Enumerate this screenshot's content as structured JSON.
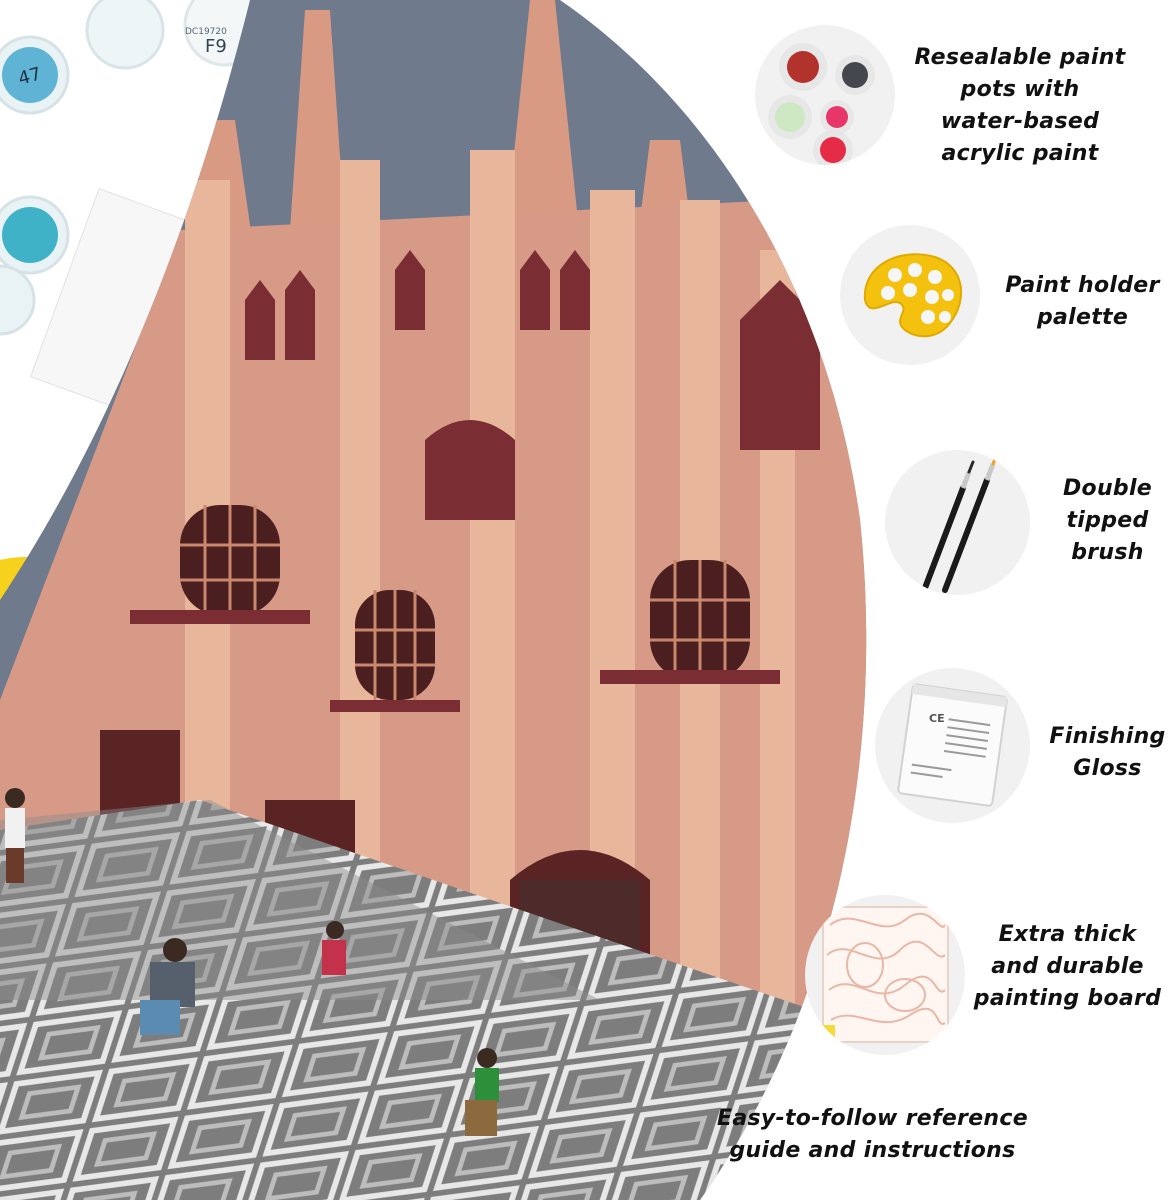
{
  "features": [
    {
      "lines": [
        "Resealable paint",
        "pots with",
        "water-based",
        "acrylic paint"
      ],
      "icon": "paint-pots-icon"
    },
    {
      "lines": [
        "Paint holder",
        "palette"
      ],
      "icon": "palette-icon"
    },
    {
      "lines": [
        "Double",
        "tipped",
        "brush"
      ],
      "icon": "brush-icon"
    },
    {
      "lines": [
        "Finishing",
        "Gloss"
      ],
      "icon": "gloss-sachet-icon"
    },
    {
      "lines": [
        "Extra thick",
        "and durable",
        "painting board"
      ],
      "icon": "painting-board-icon"
    },
    {
      "lines": [
        "Easy-to-follow reference",
        "guide and instructions"
      ],
      "icon": ""
    }
  ],
  "pot_labels": [
    "47",
    "F9",
    "DC19720"
  ],
  "sachet_text": {
    "ce": "CE"
  },
  "colors": {
    "sky": "#6f7a8c",
    "facade": "#d79a86",
    "stone": "#e8b69b",
    "dark": "#7a2e34",
    "plaza": "#8c8c8c",
    "accent_yellow": "#f6d21c"
  }
}
